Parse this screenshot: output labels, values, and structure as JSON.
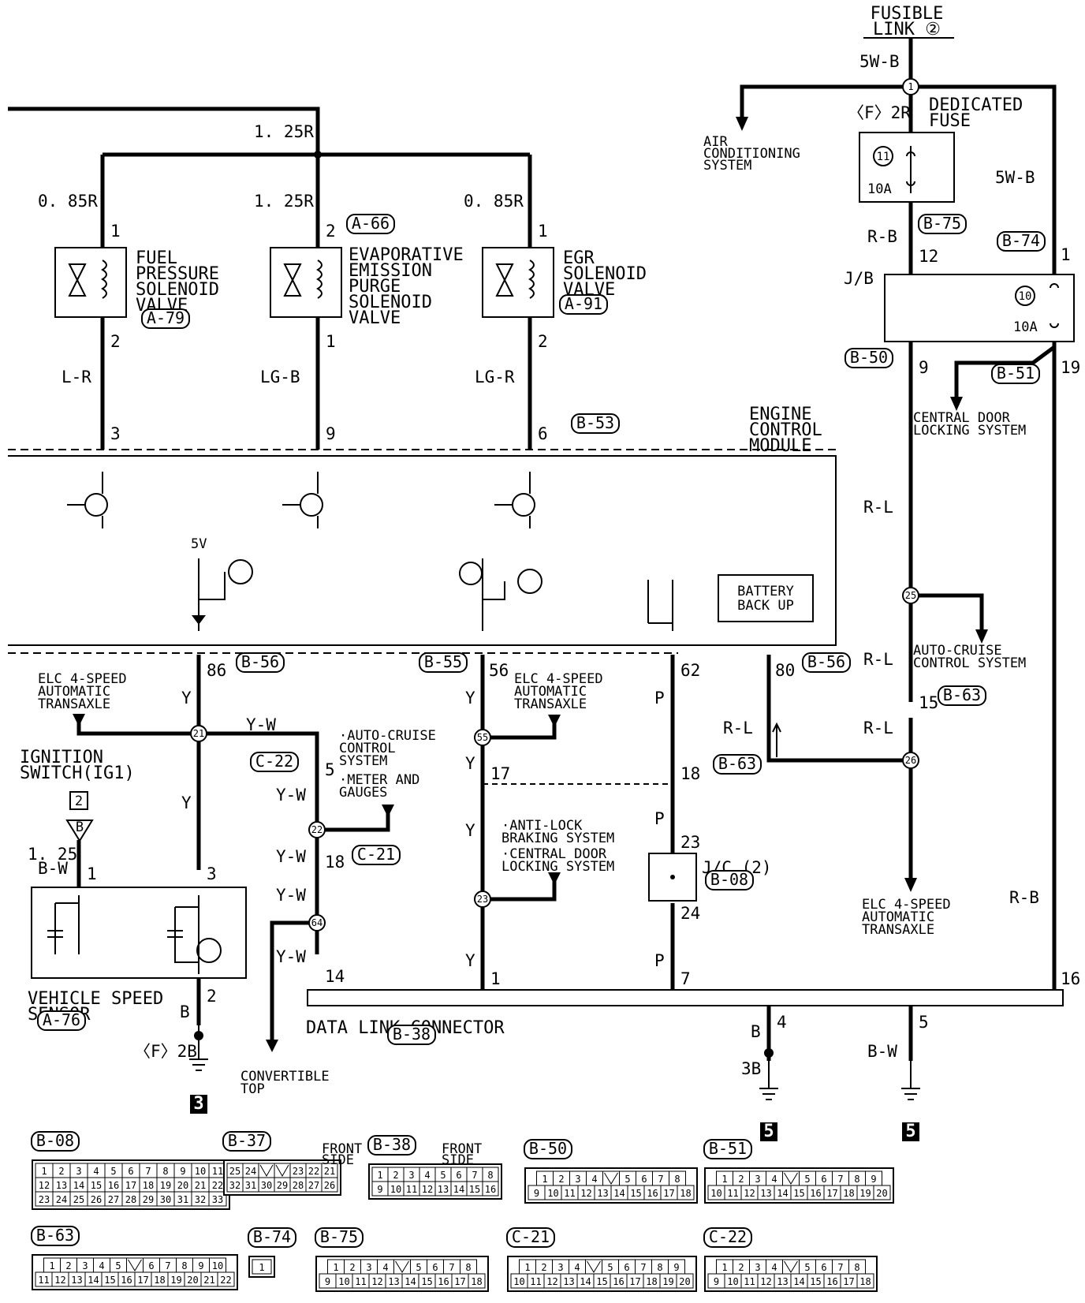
{
  "sources": {
    "fusible_link": [
      "FUSIBLE",
      "LINK ②"
    ],
    "ignition_switch": [
      "IGNITION",
      "SWITCH(IG1)"
    ],
    "ignition_ref": "2",
    "dedicated_fuse": [
      "DEDICATED",
      "FUSE"
    ]
  },
  "wires": {
    "w_5wb_top": "5W-B",
    "w_5wb_right": "5W-B",
    "w_125r_top": "1. 25R",
    "w_085r_left": "0. 85R",
    "w_125r_mid": "1. 25R",
    "w_085r_right": "0. 85R",
    "w_lr": "L-R",
    "w_lgb": "LG-B",
    "w_lgr": "LG-R",
    "w_rb1": "R-B",
    "w_rl1": "R-L",
    "w_rl2": "R-L",
    "w_rl3": "R-L",
    "w_rl4": "R-L",
    "w_rb2": "R-B",
    "w_y1": "Y",
    "w_y2": "Y",
    "w_yw1": "Y-W",
    "w_yw2": "Y-W",
    "w_yw3": "Y-W",
    "w_yw4": "Y-W",
    "w_yw5": "Y-W",
    "w_y3": "Y",
    "w_y4": "Y",
    "w_y5": "Y",
    "w_y6": "Y",
    "w_p1": "P",
    "w_p2": "P",
    "w_p3": "P",
    "w_125bw": [
      "1. 25",
      "B-W"
    ],
    "w_b1": "B",
    "w_b2": "B",
    "w_bw": "B-W"
  },
  "refs": {
    "f2r": "〈F〉2R",
    "f2b": "〈F〉2B",
    "g3b": "3B",
    "fuse11": "11",
    "fuse10": "10",
    "amp1": "10A",
    "amp2": "10A",
    "jb": "J/B",
    "jc2": "J/C (2)",
    "five": "5V"
  },
  "components": {
    "fuel": [
      "FUEL",
      "PRESSURE",
      "SOLENOID",
      "VALVE"
    ],
    "evap": [
      "EVAPORATIVE",
      "EMISSION",
      "PURGE",
      "SOLENOID",
      "VALVE"
    ],
    "egr": [
      "EGR",
      "SOLENOID",
      "VALVE"
    ],
    "ecm": [
      "ENGINE",
      "CONTROL",
      "MODULE"
    ],
    "battery": [
      "BATTERY",
      "BACK UP"
    ],
    "vss": [
      "VEHICLE SPEED",
      "SENSOR"
    ],
    "dlc": "DATA LINK CONNECTOR",
    "conv": [
      "CONVERTIBLE",
      "TOP"
    ]
  },
  "systems": {
    "air_cond": [
      "AIR",
      "CONDITIONING",
      "SYSTEM"
    ],
    "central_door1": [
      "CENTRAL DOOR",
      "LOCKING SYSTEM"
    ],
    "auto_cruise1": [
      "AUTO-CRUISE",
      "CONTROL SYSTEM"
    ],
    "elc_right": [
      "ELC 4-SPEED",
      "AUTOMATIC",
      "TRANSAXLE"
    ],
    "elc_left": [
      "ELC 4-SPEED",
      "AUTOMATIC",
      "TRANSAXLE"
    ],
    "elc_mid": [
      "ELC 4-SPEED",
      "AUTOMATIC",
      "TRANSAXLE"
    ],
    "cruise_meter": [
      "·AUTO-CRUISE",
      "CONTROL",
      "SYSTEM",
      "·METER AND",
      "GAUGES"
    ],
    "abs_cdl": [
      "·ANTI-LOCK",
      "BRAKING SYSTEM",
      "·CENTRAL DOOR",
      "LOCKING SYSTEM"
    ]
  },
  "connectors": {
    "A79": "A-79",
    "A66": "A-66",
    "A91": "A-91",
    "A76": "A-76",
    "B75": "B-75",
    "B74": "B-74",
    "B50": "B-50",
    "B51": "B-51",
    "B53": "B-53",
    "B56a": "B-56",
    "B56b": "B-56",
    "B55": "B-55",
    "B63a": "B-63",
    "B63b": "B-63",
    "B08": "B-08",
    "B38": "B-38",
    "C22": "C-22",
    "C21": "C-21"
  },
  "pins": {
    "p_fuel_1": "1",
    "p_fuel_2": "2",
    "p_evap_2": "2",
    "p_evap_1": "1",
    "p_egr_1": "1",
    "p_egr_2": "2",
    "p_ecm_3": "3",
    "p_ecm_9": "9",
    "p_ecm_6": "6",
    "p_jb_12": "12",
    "p_jb_1": "1",
    "p_jb_9": "9",
    "p_jb_19": "19",
    "p_86": "86",
    "p_56": "56",
    "p_62": "62",
    "p_80": "80",
    "p_15": "15",
    "p_5": "5",
    "p_17": "17",
    "p_18a": "18",
    "p_18b": "18",
    "p_23": "23",
    "p_24": "24",
    "p_vss_1": "1",
    "p_vss_3": "3",
    "p_vss_2": "2",
    "p_14": "14",
    "p_1": "1",
    "p_7": "7",
    "p_16": "16",
    "p_4": "4",
    "p_5b": "5"
  },
  "splices": {
    "s1": "1",
    "s21": "21",
    "s55": "55",
    "s22": "22",
    "s23": "23",
    "s64": "64",
    "s25": "25",
    "s26": "26"
  },
  "grounds": {
    "g3": "3",
    "g5a": "5",
    "g5b": "5"
  },
  "connector_views": {
    "front_side": [
      "FRONT",
      "SIDE"
    ],
    "B08": {
      "name": "B-08",
      "rows": [
        [
          "1",
          "2",
          "3",
          "4",
          "5",
          "6",
          "7",
          "8",
          "9",
          "10",
          "11"
        ],
        [
          "12",
          "13",
          "14",
          "15",
          "16",
          "17",
          "18",
          "19",
          "20",
          "21",
          "22"
        ],
        [
          "23",
          "24",
          "25",
          "26",
          "27",
          "28",
          "29",
          "30",
          "31",
          "32",
          "33"
        ]
      ]
    },
    "B37": {
      "name": "B-37",
      "rows": [
        [
          "25",
          "24",
          "",
          "",
          "23",
          "22",
          "21"
        ],
        [
          "32",
          "31",
          "30",
          "29",
          "28",
          "27",
          "26"
        ]
      ]
    },
    "B38": {
      "name": "B-38",
      "rows": [
        [
          "1",
          "2",
          "3",
          "4",
          "5",
          "6",
          "7",
          "8"
        ],
        [
          "9",
          "10",
          "11",
          "12",
          "13",
          "14",
          "15",
          "16"
        ]
      ]
    },
    "B50": {
      "name": "B-50",
      "rows": [
        [
          "1",
          "2",
          "3",
          "4",
          "",
          "5",
          "6",
          "7",
          "8"
        ],
        [
          "9",
          "10",
          "11",
          "12",
          "13",
          "14",
          "15",
          "16",
          "17",
          "18"
        ]
      ]
    },
    "B51": {
      "name": "B-51",
      "rows": [
        [
          "1",
          "2",
          "3",
          "4",
          "",
          "5",
          "6",
          "7",
          "8",
          "9"
        ],
        [
          "10",
          "11",
          "12",
          "13",
          "14",
          "15",
          "16",
          "17",
          "18",
          "19",
          "20"
        ]
      ]
    },
    "B63": {
      "name": "B-63",
      "rows": [
        [
          "1",
          "2",
          "3",
          "4",
          "5",
          "",
          "6",
          "7",
          "8",
          "9",
          "10"
        ],
        [
          "11",
          "12",
          "13",
          "14",
          "15",
          "16",
          "17",
          "18",
          "19",
          "20",
          "21",
          "22"
        ]
      ]
    },
    "B74": {
      "name": "B-74",
      "rows": [
        [
          "1"
        ]
      ]
    },
    "B75": {
      "name": "B-75",
      "rows": [
        [
          "1",
          "2",
          "3",
          "4",
          "",
          "5",
          "6",
          "7",
          "8"
        ],
        [
          "9",
          "10",
          "11",
          "12",
          "13",
          "14",
          "15",
          "16",
          "17",
          "18"
        ]
      ]
    },
    "C21": {
      "name": "C-21",
      "rows": [
        [
          "1",
          "2",
          "3",
          "4",
          "",
          "5",
          "6",
          "7",
          "8",
          "9"
        ],
        [
          "10",
          "11",
          "12",
          "13",
          "14",
          "15",
          "16",
          "17",
          "18",
          "19",
          "20"
        ]
      ]
    },
    "C22": {
      "name": "C-22",
      "rows": [
        [
          "1",
          "2",
          "3",
          "4",
          "",
          "5",
          "6",
          "7",
          "8"
        ],
        [
          "9",
          "10",
          "11",
          "12",
          "13",
          "14",
          "15",
          "16",
          "17",
          "18"
        ]
      ]
    }
  }
}
